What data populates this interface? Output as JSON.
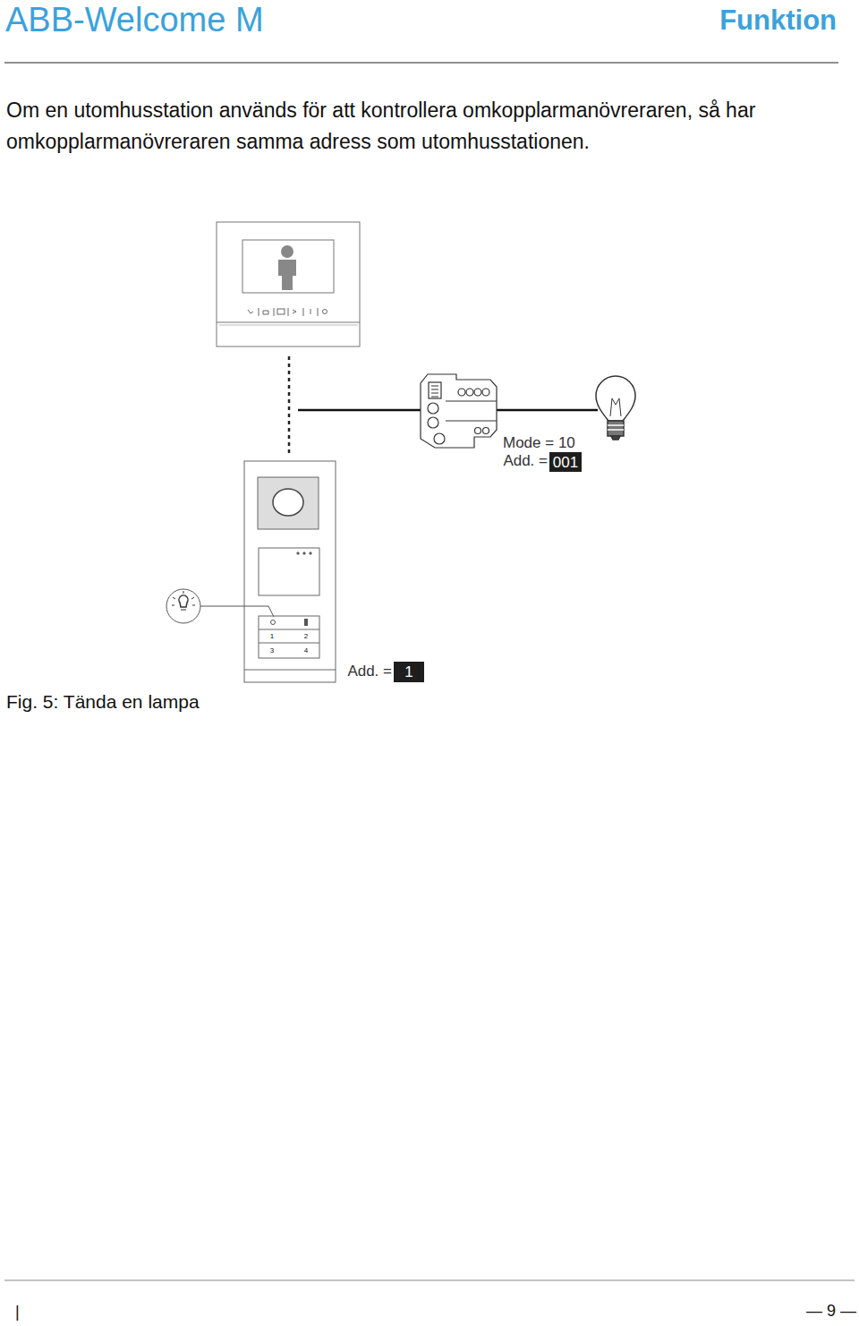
{
  "diagram": {
    "title": "ABB-Welcome M",
    "caption": "Fig. 5: Tända en lampa",
    "nodes": [
      {
        "text": [
          "001"
        ]
      },
      {
        "text": [
          "1"
        ]
      }
    ],
    "edges": [],
    "labels": [
      "Funktion",
      "Om en utomhusstation används för att kontrollera omkopplarmanövreraren, så har omkopplarmanövreraren samma adress som utomhusstationen.",
      "1",
      "2",
      "3",
      "4",
      "Mode = 10",
      "Add. =",
      "Add. =",
      "|",
      "— 9 —"
    ]
  }
}
